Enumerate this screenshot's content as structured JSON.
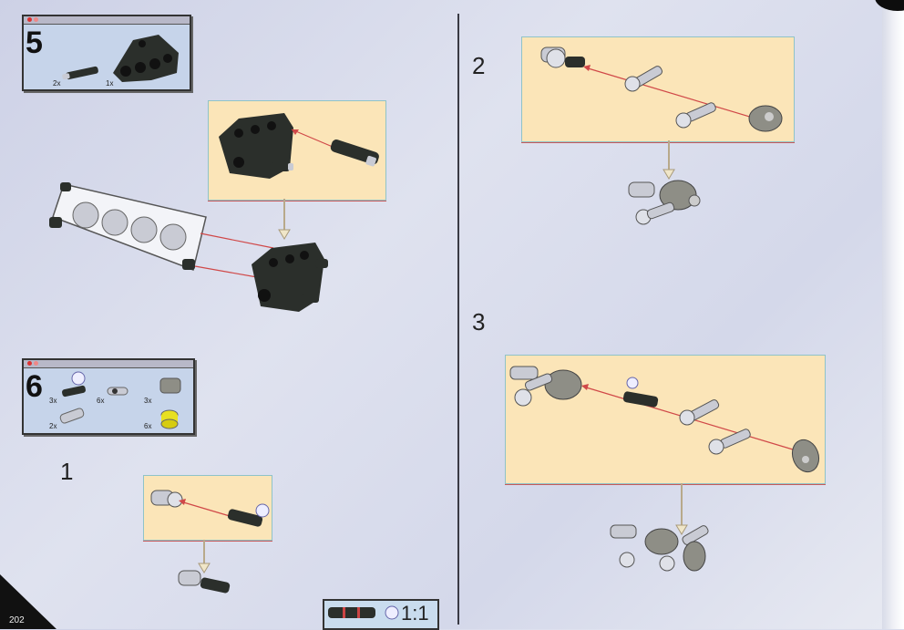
{
  "page": {
    "number": "202"
  },
  "step5": {
    "number": "5",
    "parts": [
      {
        "qty": "2x"
      },
      {
        "qty": "1x"
      }
    ]
  },
  "step6": {
    "number": "6",
    "parts": [
      {
        "qty": "3x"
      },
      {
        "qty": "6x"
      },
      {
        "qty": "3x"
      },
      {
        "qty": "2x"
      },
      {
        "qty": "6x"
      }
    ]
  },
  "substeps": [
    {
      "number": "1"
    },
    {
      "number": "2"
    },
    {
      "number": "3"
    }
  ],
  "scale": {
    "label": "1:1"
  },
  "colors": {
    "panel": "#fbe5b8",
    "parts_box": "#c6d4ea",
    "arrow": "#d04848",
    "dark_part": "#2b2f2b",
    "light_part": "#c9cbd4"
  }
}
